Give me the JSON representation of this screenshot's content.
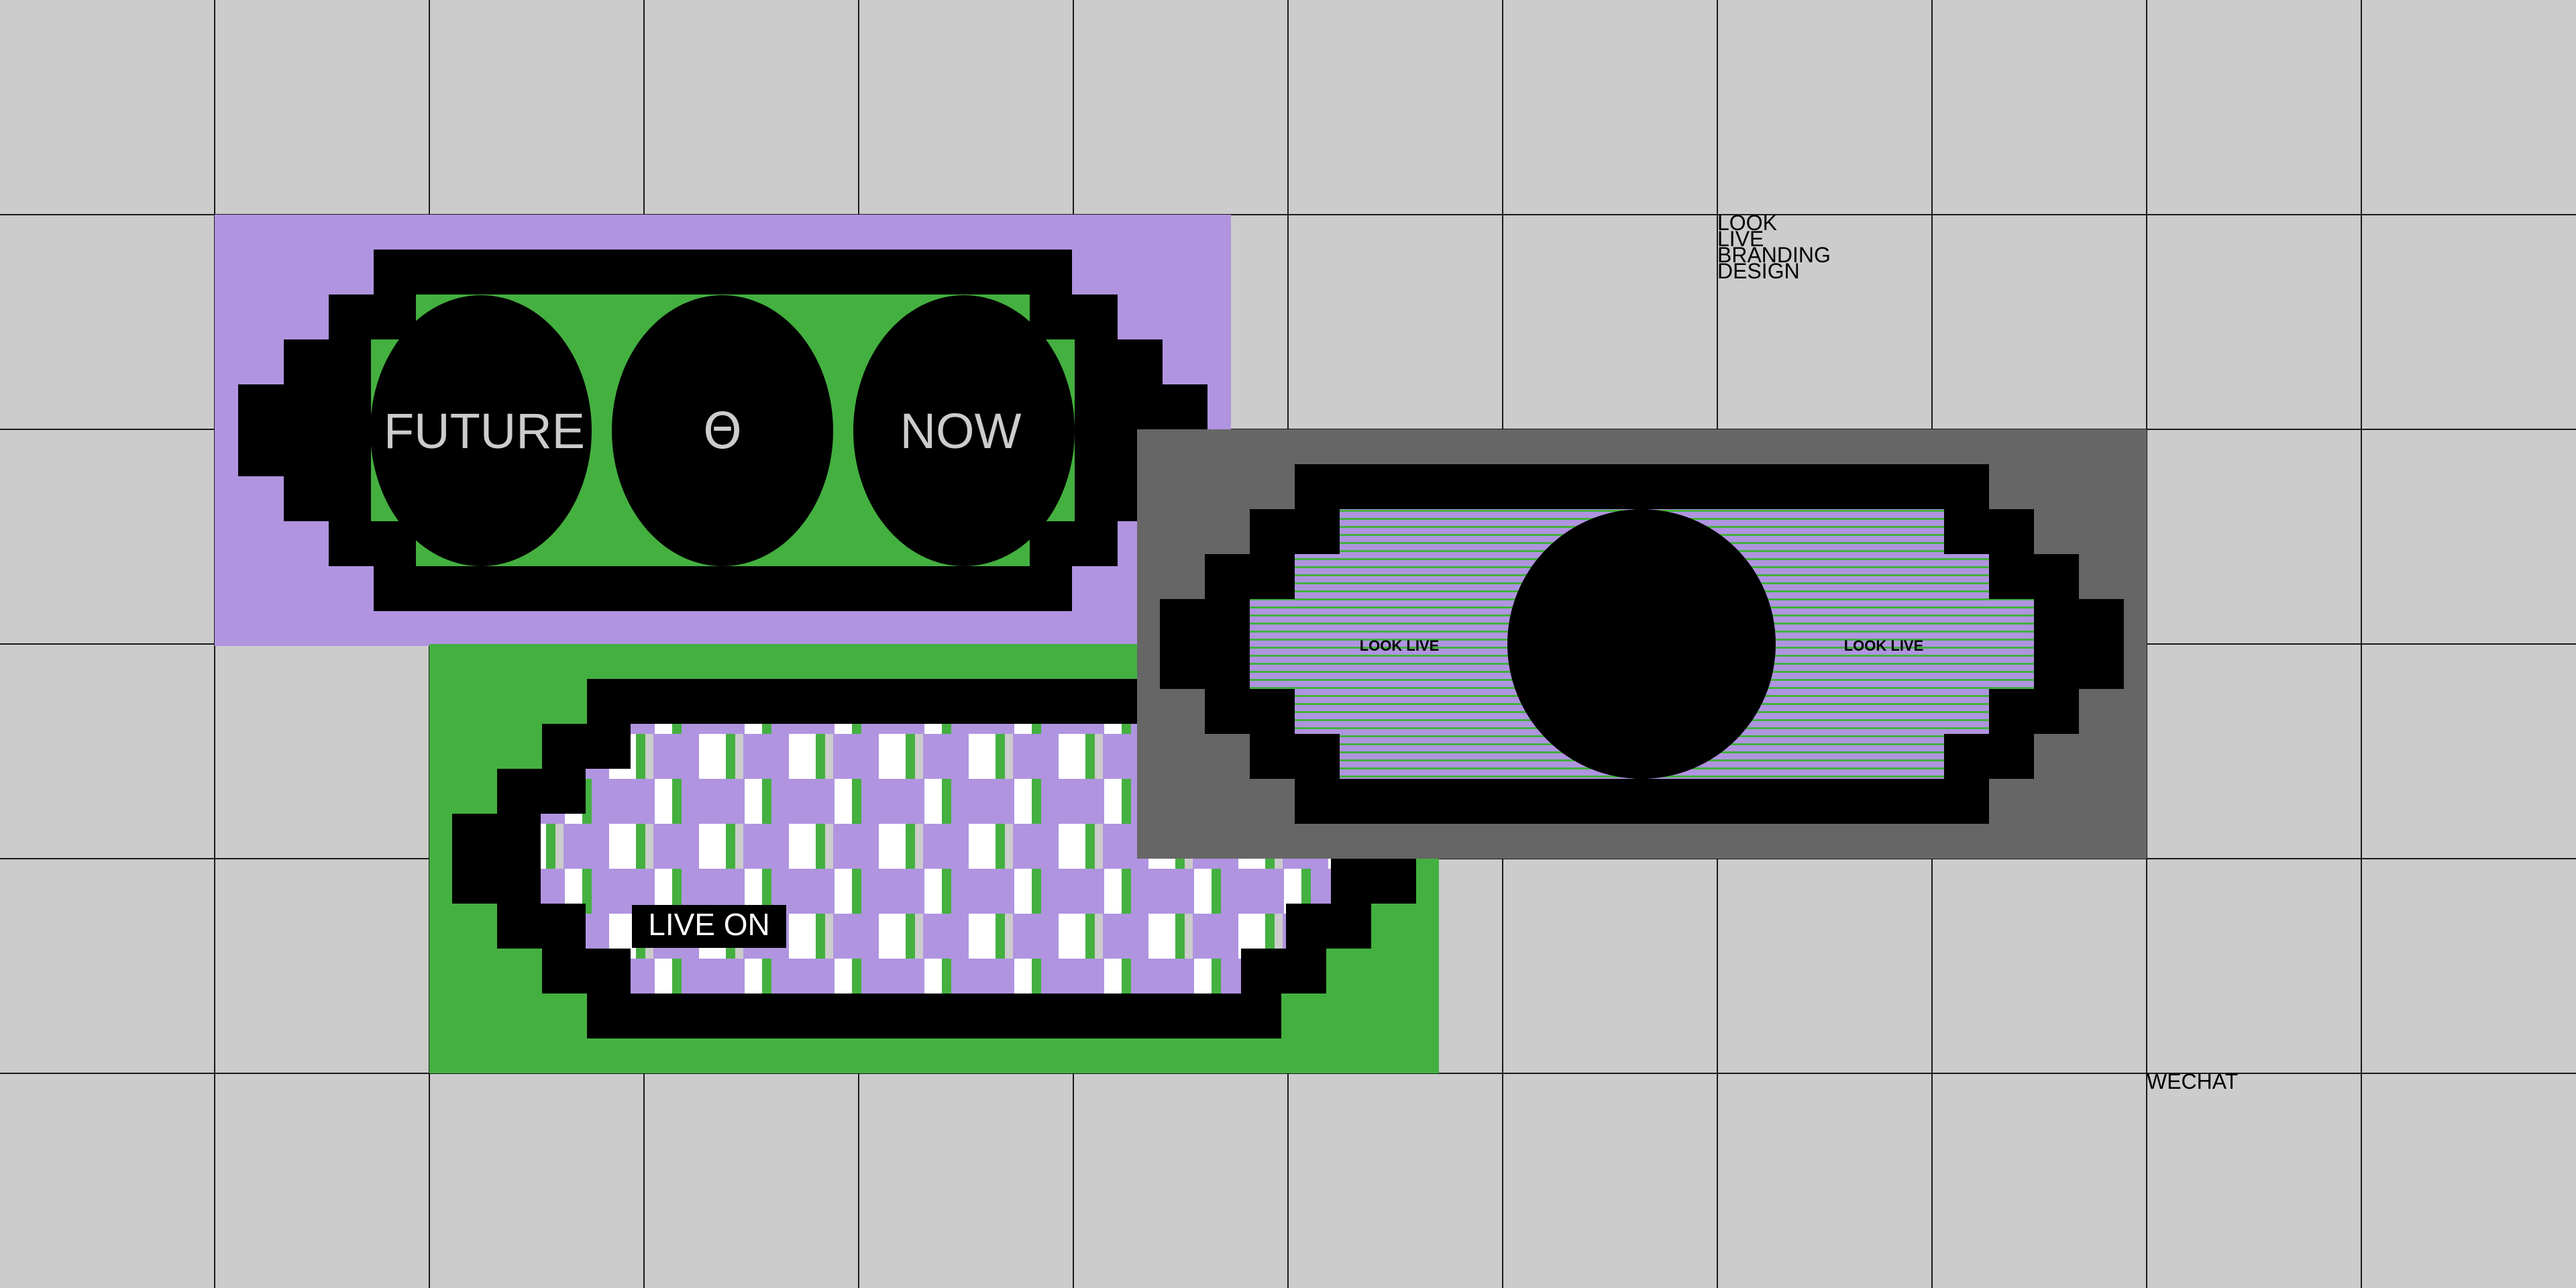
{
  "colors": {
    "background": "#cccccc",
    "grid_line": "#1a1a1a",
    "purple": "#b094e0",
    "green": "#44b040",
    "black": "#000000",
    "dark_gray": "#666666",
    "text_light": "#cccccc",
    "white": "#ffffff"
  },
  "card_future": {
    "left_word": "FUTURE",
    "center_symbol": "Θ",
    "right_word": "NOW"
  },
  "card_live": {
    "label": "LIVE ON"
  },
  "card_look": {
    "left_label": "LOOK LIVE",
    "right_label": "LOOK LIVE"
  },
  "branding": {
    "lines": [
      "LOOK",
      "LIVE",
      "BRANDING",
      "DESIGN"
    ]
  },
  "footer": {
    "wechat": "WECHAT"
  }
}
